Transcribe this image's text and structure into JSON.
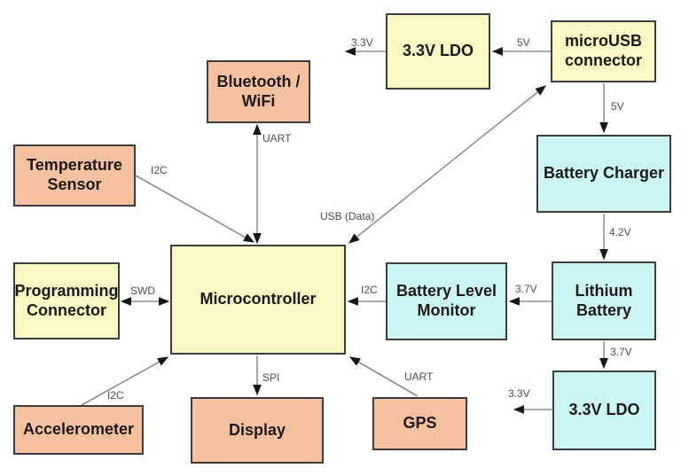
{
  "diagram": {
    "type": "block-diagram",
    "colors": {
      "peripheral_fill": "#f6c19f",
      "logic_fill": "#faf9c4",
      "power_fill": "#ccf6f5",
      "box_border": "#3d3d3d",
      "wire": "#7a7a7a",
      "arrowhead": "#161616",
      "edge_label_text": "#4d4d4d",
      "background": "#ffffff"
    },
    "nodes": [
      {
        "id": "bluetooth-wifi",
        "label": "Bluetooth /\nWiFi",
        "color_role": "peripheral_fill"
      },
      {
        "id": "temperature-sensor",
        "label": "Temperature\nSensor",
        "color_role": "peripheral_fill"
      },
      {
        "id": "ldo-top",
        "label": "3.3V LDO",
        "color_role": "logic_fill"
      },
      {
        "id": "microusb-connector",
        "label": "microUSB\nconnector",
        "color_role": "logic_fill"
      },
      {
        "id": "battery-charger",
        "label": "Battery Charger",
        "color_role": "power_fill"
      },
      {
        "id": "programming-connector",
        "label": "Programming\nConnector",
        "color_role": "logic_fill"
      },
      {
        "id": "microcontroller",
        "label": "Microcontroller",
        "color_role": "logic_fill"
      },
      {
        "id": "battery-level-monitor",
        "label": "Battery Level\nMonitor",
        "color_role": "power_fill"
      },
      {
        "id": "lithium-battery",
        "label": "Lithium\nBattery",
        "color_role": "power_fill"
      },
      {
        "id": "accelerometer",
        "label": "Accelerometer",
        "color_role": "peripheral_fill"
      },
      {
        "id": "display",
        "label": "Display",
        "color_role": "peripheral_fill"
      },
      {
        "id": "gps",
        "label": "GPS",
        "color_role": "peripheral_fill"
      },
      {
        "id": "ldo-bottom",
        "label": "3.3V LDO",
        "color_role": "power_fill"
      }
    ],
    "edges": [
      {
        "from": "microusb-connector",
        "to": "ldo-top",
        "label": "5V",
        "bidirectional": false
      },
      {
        "from": "ldo-top",
        "to": "output-left",
        "label": "3.3V",
        "bidirectional": false
      },
      {
        "from": "microusb-connector",
        "to": "battery-charger",
        "label": "5V",
        "bidirectional": false
      },
      {
        "from": "battery-charger",
        "to": "lithium-battery",
        "label": "4.2V",
        "bidirectional": false
      },
      {
        "from": "lithium-battery",
        "to": "battery-level-monitor",
        "label": "3.7V",
        "bidirectional": false
      },
      {
        "from": "battery-level-monitor",
        "to": "microcontroller",
        "label": "I2C",
        "bidirectional": false
      },
      {
        "from": "lithium-battery",
        "to": "ldo-bottom",
        "label": "3.7V",
        "bidirectional": false
      },
      {
        "from": "ldo-bottom",
        "to": "output-left",
        "label": "3.3V",
        "bidirectional": false
      },
      {
        "from": "programming-connector",
        "to": "microcontroller",
        "label": "SWD",
        "bidirectional": true
      },
      {
        "from": "microcontroller",
        "to": "bluetooth-wifi",
        "label": "UART",
        "bidirectional": true
      },
      {
        "from": "temperature-sensor",
        "to": "microcontroller",
        "label": "I2C",
        "bidirectional": false
      },
      {
        "from": "microcontroller",
        "to": "microusb-connector",
        "label": "USB (Data)",
        "bidirectional": true
      },
      {
        "from": "accelerometer",
        "to": "microcontroller",
        "label": "I2C",
        "bidirectional": false
      },
      {
        "from": "microcontroller",
        "to": "display",
        "label": "SPI",
        "bidirectional": false
      },
      {
        "from": "gps",
        "to": "microcontroller",
        "label": "UART",
        "bidirectional": false
      }
    ]
  }
}
